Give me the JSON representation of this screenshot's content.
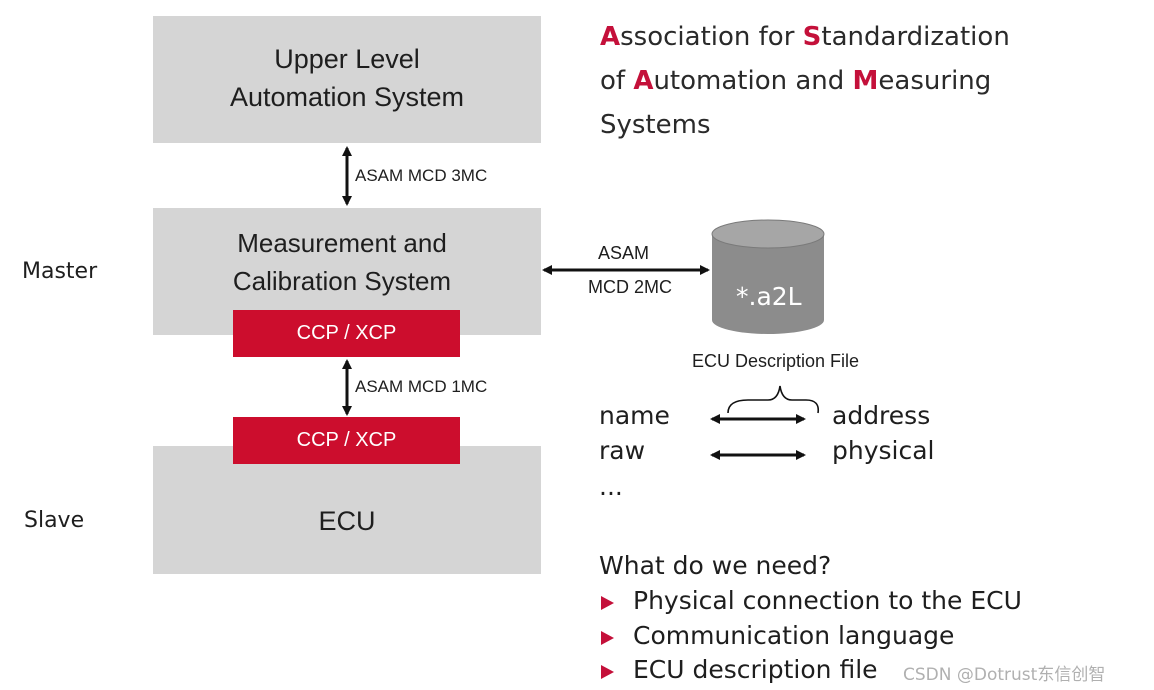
{
  "diagram": {
    "upper_box": {
      "line1": "Upper Level",
      "line2": "Automation System"
    },
    "arrow_top_label": "ASAM MCD 3MC",
    "mc_box": {
      "line1": "Measurement and",
      "line2": "Calibration System"
    },
    "ccp_xcp_top": "CCP / XCP",
    "arrow_mid_label": "ASAM MCD 1MC",
    "ccp_xcp_bottom": "CCP / XCP",
    "ecu_box": "ECU",
    "master_label": "Master",
    "slave_label": "Slave",
    "asam_label_line1": "ASAM",
    "asam_label_line2": "MCD 2MC",
    "db_label": "*.a2L",
    "ecu_desc_file": "ECU Description File",
    "rows": [
      {
        "left": "name",
        "right": "address",
        "arrow": true
      },
      {
        "left": "raw",
        "right": "physical",
        "arrow": true
      },
      {
        "left": "...",
        "right": "",
        "arrow": false
      }
    ]
  },
  "title": {
    "line1": [
      {
        "text": "A",
        "highlight": true
      },
      {
        "text": "ssociation for ",
        "highlight": false
      },
      {
        "text": "S",
        "highlight": true
      },
      {
        "text": "tandardization",
        "highlight": false
      }
    ],
    "line2": [
      {
        "text": "of ",
        "highlight": false
      },
      {
        "text": "A",
        "highlight": true
      },
      {
        "text": "utomation and ",
        "highlight": false
      },
      {
        "text": "M",
        "highlight": true
      },
      {
        "text": "easuring",
        "highlight": false
      }
    ],
    "line3": "Systems"
  },
  "needs": {
    "heading": "What do we need?",
    "items": [
      "Physical connection to the ECU",
      "Communication language",
      "ECU description file"
    ]
  },
  "watermark": "CSDN @Dotrust东信创智",
  "colors": {
    "accent_red": "#cc0d2d",
    "box_gray": "#d5d5d5",
    "db_gray": "#8c8c8c"
  }
}
